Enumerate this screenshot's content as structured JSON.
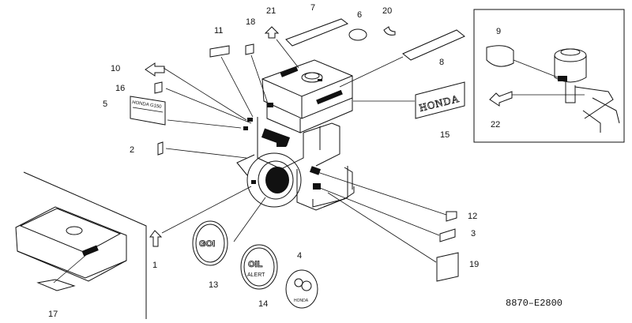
{
  "diagram": {
    "code": "8870–E2800",
    "parts": [
      {
        "id": "p1",
        "label": "1"
      },
      {
        "id": "p2",
        "label": "2"
      },
      {
        "id": "p3",
        "label": "3"
      },
      {
        "id": "p4",
        "label": "4"
      },
      {
        "id": "p5",
        "label": "5"
      },
      {
        "id": "p6",
        "label": "6"
      },
      {
        "id": "p7",
        "label": "7"
      },
      {
        "id": "p8",
        "label": "8"
      },
      {
        "id": "p9",
        "label": "9"
      },
      {
        "id": "p10",
        "label": "10"
      },
      {
        "id": "p11",
        "label": "11"
      },
      {
        "id": "p12",
        "label": "12"
      },
      {
        "id": "p13",
        "label": "13"
      },
      {
        "id": "p14",
        "label": "14"
      },
      {
        "id": "p15",
        "label": "15"
      },
      {
        "id": "p16",
        "label": "16"
      },
      {
        "id": "p17",
        "label": "17"
      },
      {
        "id": "p18",
        "label": "18"
      },
      {
        "id": "p19",
        "label": "19"
      },
      {
        "id": "p20",
        "label": "20"
      },
      {
        "id": "p21",
        "label": "21"
      },
      {
        "id": "p22",
        "label": "22"
      }
    ],
    "emblems": {
      "honda_plate": "HONDA",
      "emblem_13": "GOI",
      "emblem_14_top": "OIL",
      "emblem_14_bottom": "ALERT",
      "emblem_4": "HONDA",
      "label_5": "HONDA  G150"
    }
  }
}
